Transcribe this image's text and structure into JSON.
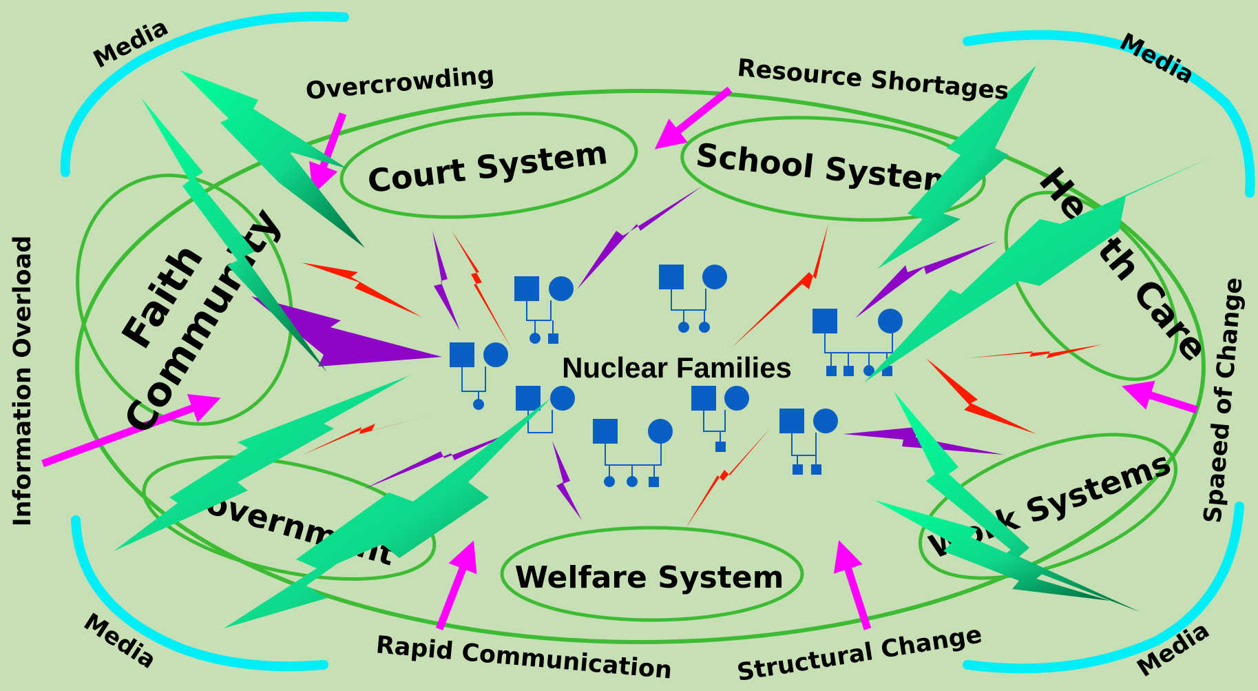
{
  "diagram": {
    "center_label": "Nuclear Families",
    "systems": [
      {
        "id": "court",
        "label": "Court System"
      },
      {
        "id": "school",
        "label": "School System"
      },
      {
        "id": "faith",
        "label": "Faith",
        "label_line2": "Community"
      },
      {
        "id": "health",
        "label": "Health Care"
      },
      {
        "id": "government",
        "label": "Government"
      },
      {
        "id": "work",
        "label": "Work Systems"
      },
      {
        "id": "welfare",
        "label": "Welfare System"
      }
    ],
    "forces": {
      "overcrowding": "Overcrowding",
      "resource_shortages": "Resource Shortages",
      "information_overload": "Information Overload",
      "speed_of_change": "Spaeed of Change",
      "rapid_communication": "Rapid Communication",
      "structural_change": "Structural Change"
    },
    "media": [
      "Media",
      "Media",
      "Media",
      "Media"
    ]
  },
  "colors": {
    "background": "#c6dfb4",
    "system_ring": "#3dbb35",
    "media_arc": "#00eef6",
    "family_symbol": "#0a5fc4",
    "arrow": "#ff00ff",
    "bolt_red": "#ff1a00",
    "bolt_purple": "#8f05c8",
    "bolt_green_light": "#00ff9a",
    "bolt_green_dark": "#006b3c"
  },
  "icons": [
    "lightning-bolt-icon",
    "family-tree-icon",
    "arrow-icon"
  ]
}
